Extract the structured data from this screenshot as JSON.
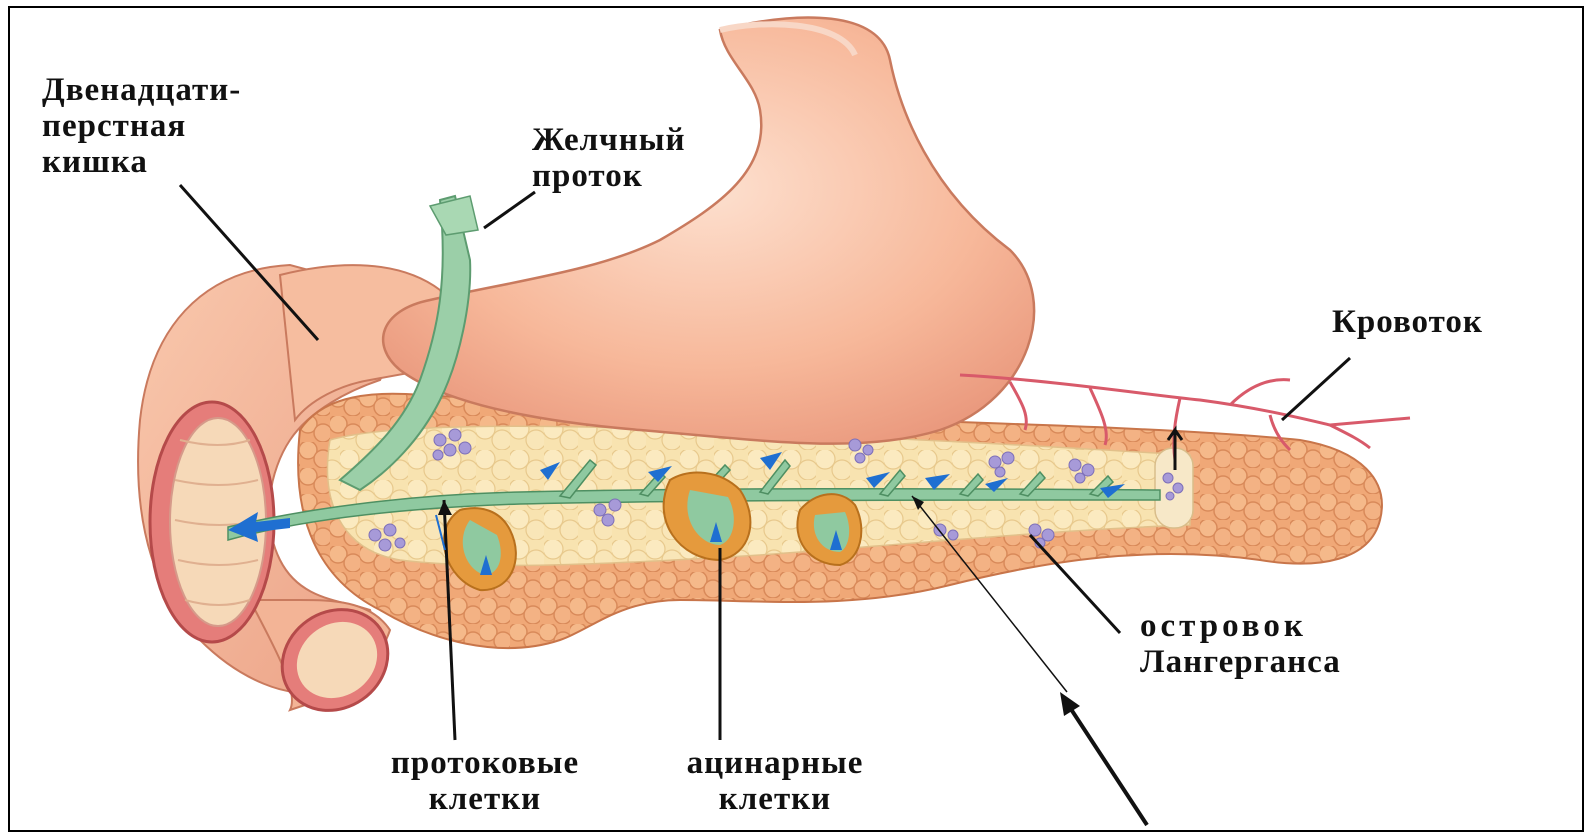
{
  "labels": {
    "duodenum": {
      "line1": "Двенадцати-",
      "line2": "перстная",
      "line3": "кишка"
    },
    "bile_duct": {
      "line1": "Желчный",
      "line2": "проток"
    },
    "blood_flow": "Кровоток",
    "islet": {
      "line1": "островок",
      "line2": "Лангерганса"
    },
    "duct_cells": {
      "line1": "протоковые",
      "line2": "клетки"
    },
    "acinar_cells": {
      "line1": "ацинарные",
      "line2": "клетки"
    }
  },
  "colors": {
    "stomach": "#f7b89a",
    "stomach_shadow": "#e8957a",
    "pancreas": "#f0a877",
    "pancreas_inner": "#f8e3b0",
    "duct": "#8fc9a0",
    "arrow_blue": "#1f6fd1",
    "islet": "#a79ad8",
    "vessel": "#d85a6a"
  }
}
